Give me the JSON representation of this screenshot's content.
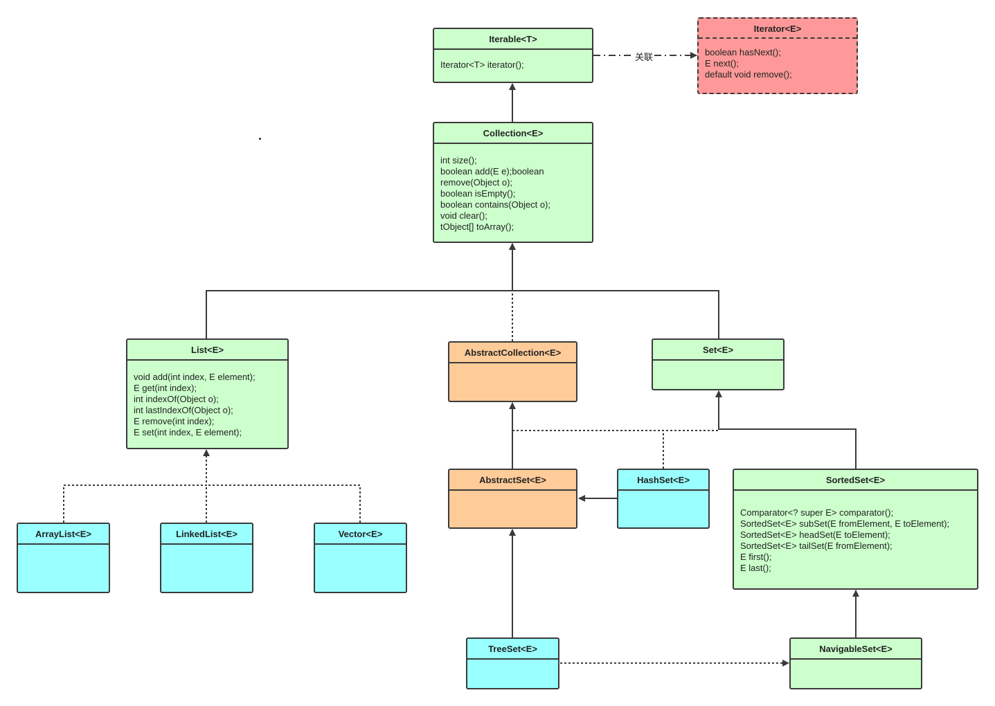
{
  "iterable": {
    "title": "Iterable<T>",
    "methods": [
      "Iterator<T> iterator();"
    ]
  },
  "iterator": {
    "title": "Iterator<E>",
    "methods": [
      "boolean hasNext();",
      "E next();",
      "default void remove();"
    ]
  },
  "association_label": "关联",
  "collection": {
    "title": "Collection<E>",
    "methods": [
      "int size();",
      "boolean add(E e);boolean",
      "remove(Object o);",
      "boolean isEmpty();",
      "boolean contains(Object o);",
      "void clear();",
      "tObject[] toArray();"
    ]
  },
  "list": {
    "title": "List<E>",
    "methods": [
      "void add(int index, E element);",
      "E get(int index);",
      "int indexOf(Object o);",
      "int lastIndexOf(Object o);",
      "E remove(int index);",
      "E set(int index, E element);"
    ]
  },
  "abstract_collection": {
    "title": "AbstractCollection<E>"
  },
  "set": {
    "title": "Set<E>"
  },
  "abstract_set": {
    "title": "AbstractSet<E>"
  },
  "hash_set": {
    "title": "HashSet<E>"
  },
  "sorted_set": {
    "title": "SortedSet<E>",
    "methods": [
      "Comparator<? super E> comparator();",
      "SortedSet<E> subSet(E fromElement, E toElement);",
      "SortedSet<E> headSet(E toElement);",
      "SortedSet<E> tailSet(E fromElement);",
      "E first();",
      "E last();"
    ]
  },
  "array_list": {
    "title": "ArrayList<E>"
  },
  "linked_list": {
    "title": "LinkedList<E>"
  },
  "vector": {
    "title": "Vector<E>"
  },
  "tree_set": {
    "title": "TreeSet<E>"
  },
  "navigable_set": {
    "title": "NavigableSet<E>"
  },
  "colors": {
    "interface": "#ccffcc",
    "abstract": "#ffcc99",
    "concrete": "#99ffff",
    "iterator": "#ff9999",
    "line": "#3a3a3a"
  }
}
